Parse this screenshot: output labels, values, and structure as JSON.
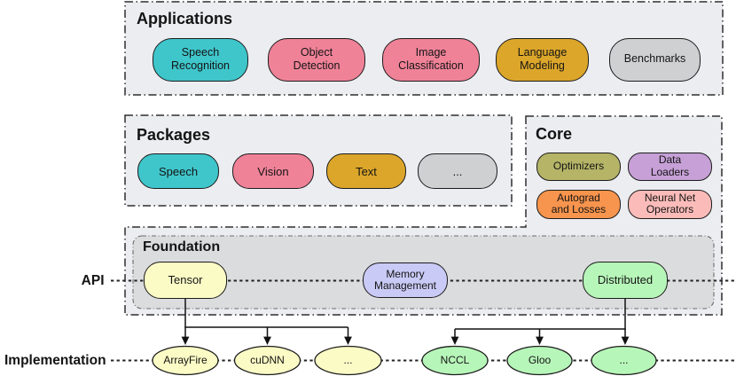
{
  "colors": {
    "box_fill": "#ECEDF1",
    "foundation_fill": "#DBDCDE",
    "outline": "#2E2E2E",
    "teal": "#3FC6CB",
    "pink": "#F08298",
    "gold": "#DCA62A",
    "gray": "#CFD0D2",
    "olive": "#B5B467",
    "purple": "#C6A0D6",
    "orange": "#F7944D",
    "salmon": "#FBBCB9",
    "light_yellow": "#FBFBC6",
    "lavender": "#CACAF6",
    "light_green": "#B7F6B9"
  },
  "sections": {
    "applications": {
      "title": "Applications",
      "pills": [
        {
          "label": "Speech\nRecognition",
          "color": "#3FC6CB"
        },
        {
          "label": "Object\nDetection",
          "color": "#F08298"
        },
        {
          "label": "Image\nClassification",
          "color": "#F08298"
        },
        {
          "label": "Language\nModeling",
          "color": "#DCA62A"
        },
        {
          "label": "Benchmarks",
          "color": "#CFD0D2"
        }
      ]
    },
    "packages": {
      "title": "Packages",
      "pills": [
        {
          "label": "Speech",
          "color": "#3FC6CB"
        },
        {
          "label": "Vision",
          "color": "#F08298"
        },
        {
          "label": "Text",
          "color": "#DCA62A"
        },
        {
          "label": "...",
          "color": "#CFD0D2"
        }
      ]
    },
    "core": {
      "title": "Core",
      "pills": [
        {
          "label": "Optimizers",
          "color": "#B5B467"
        },
        {
          "label": "Data\nLoaders",
          "color": "#C6A0D6"
        },
        {
          "label": "Autograd\nand Losses",
          "color": "#F7944D"
        },
        {
          "label": "Neural Net\nOperators",
          "color": "#FBBCB9"
        }
      ]
    },
    "foundation": {
      "title": "Foundation",
      "pills": [
        {
          "label": "Tensor",
          "color": "#FBFBC6"
        },
        {
          "label": "Memory\nManagement",
          "color": "#CACAF6"
        },
        {
          "label": "Distributed",
          "color": "#B7F6B9"
        }
      ]
    }
  },
  "side_labels": {
    "api": "API",
    "implementation": "Implementation"
  },
  "implementation_groups": [
    {
      "color": "#FBFBC6",
      "items": [
        {
          "label": "ArrayFire"
        },
        {
          "label": "cuDNN"
        },
        {
          "label": "..."
        }
      ]
    },
    {
      "color": "#B7F6B9",
      "items": [
        {
          "label": "NCCL"
        },
        {
          "label": "Gloo"
        },
        {
          "label": "..."
        }
      ]
    }
  ]
}
